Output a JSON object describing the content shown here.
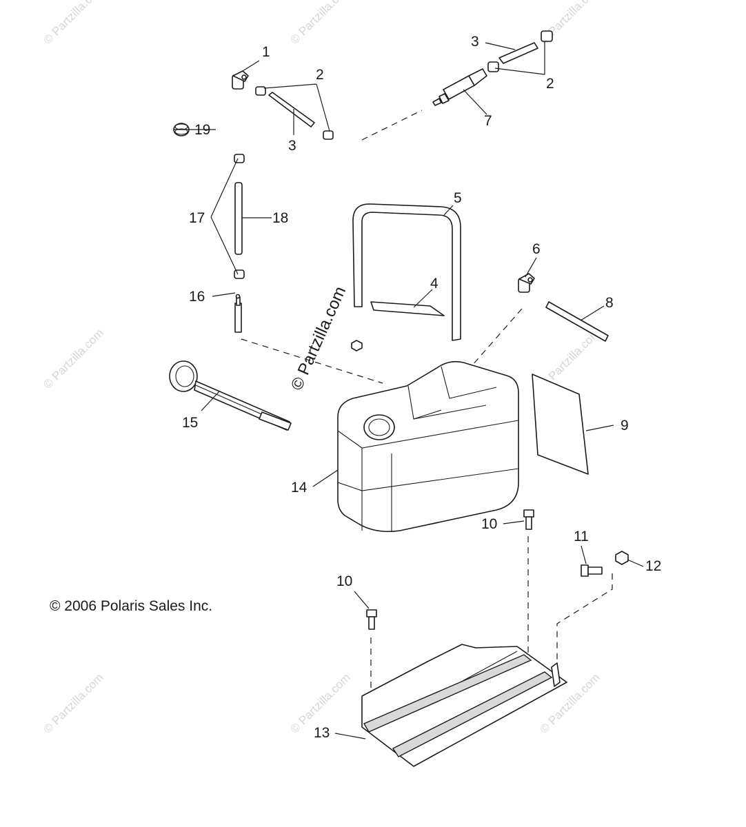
{
  "callouts": {
    "c1": "1",
    "c2a": "2",
    "c2b": "2",
    "c3a": "3",
    "c3b": "3",
    "c4": "4",
    "c5": "5",
    "c6": "6",
    "c7": "7",
    "c8": "8",
    "c9": "9",
    "c10a": "10",
    "c10b": "10",
    "c11": "11",
    "c12": "12",
    "c13": "13",
    "c14": "14",
    "c15": "15",
    "c16": "16",
    "c17": "17",
    "c18": "18",
    "c19": "19"
  },
  "copyright": "© 2006 Polaris Sales Inc.",
  "watermark": {
    "main": "© Partzilla.com",
    "faint": "© Partzilla.com"
  },
  "colors": {
    "line": "#1a1a1a",
    "watermark": "#d6d6d6",
    "background": "#ffffff"
  }
}
